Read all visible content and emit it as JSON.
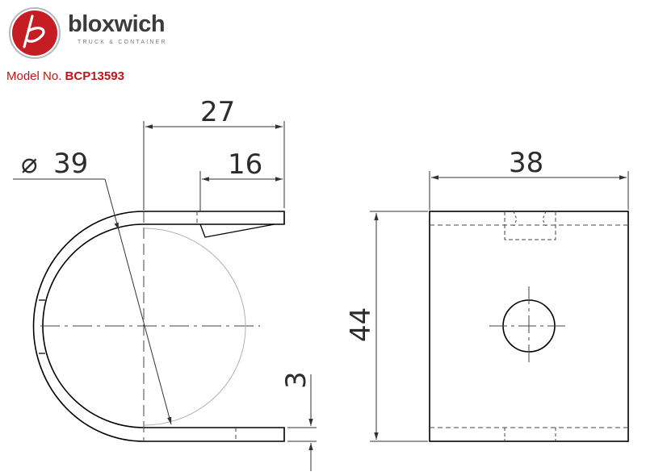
{
  "brand": {
    "name": "bloxwich",
    "tagline": "TRUCK & CONTAINER",
    "logo_icon": "bloxwich-b-logo-icon",
    "accent_color": "#c0141a"
  },
  "model": {
    "label": "Model No.",
    "number": "BCP13593"
  },
  "dimensions": {
    "diameter_symbol": "⌀",
    "diameter": "39",
    "overall_width": "27",
    "tab_length": "16",
    "thickness": "3",
    "front_width": "38",
    "height": "44"
  }
}
